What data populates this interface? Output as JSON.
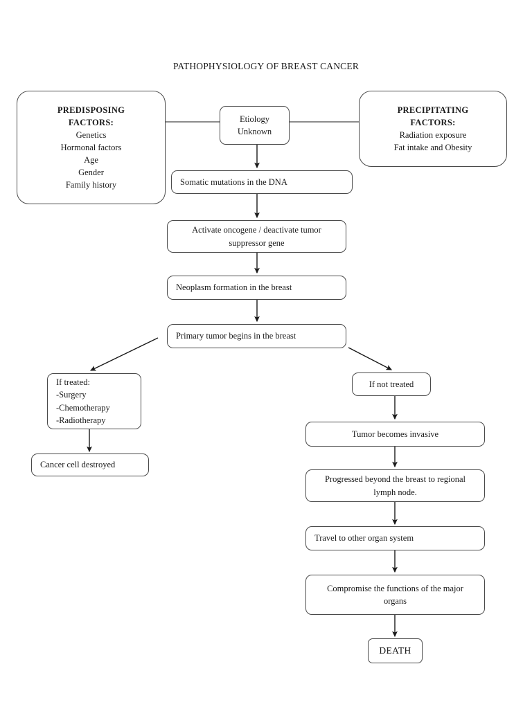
{
  "title": "PATHOPHYSIOLOGY OF BREAST CANCER",
  "colors": {
    "background": "#ffffff",
    "box_border": "#4a4a4a",
    "text": "#1a1a1a",
    "connector": "#1a1a1a"
  },
  "chart_data": {
    "type": "flowchart",
    "title": "PATHOPHYSIOLOGY OF BREAST CANCER",
    "orientation": "top-to-bottom",
    "nodes": [
      {
        "id": "predisposing",
        "label": "PREDISPOSING FACTORS:",
        "shape": "rounded-rect"
      },
      {
        "id": "precipitating",
        "label": "PRECIPITATING FACTORS:",
        "shape": "rounded-rect"
      },
      {
        "id": "etiology",
        "label": "Etiology Unknown",
        "shape": "rounded-rect"
      },
      {
        "id": "somatic",
        "label": "Somatic mutations in the DNA",
        "shape": "rounded-rect"
      },
      {
        "id": "oncogene",
        "label": "Activate oncogene / deactivate tumor suppressor gene",
        "shape": "rounded-rect"
      },
      {
        "id": "neoplasm",
        "label": "Neoplasm formation in the breast",
        "shape": "rounded-rect"
      },
      {
        "id": "primary",
        "label": "Primary tumor begins in the breast",
        "shape": "rounded-rect"
      },
      {
        "id": "if_treated",
        "label": "If treated: -Surgery -Chemotherapy -Radiotherapy",
        "shape": "rounded-rect"
      },
      {
        "id": "destroyed",
        "label": "Cancer cell destroyed",
        "shape": "rounded-rect"
      },
      {
        "id": "if_not_treated",
        "label": "If not treated",
        "shape": "rounded-rect"
      },
      {
        "id": "invasive",
        "label": "Tumor becomes invasive",
        "shape": "rounded-rect"
      },
      {
        "id": "regional",
        "label": "Progressed beyond the breast to regional lymph node.",
        "shape": "rounded-rect"
      },
      {
        "id": "travel",
        "label": "Travel to other organ system",
        "shape": "rounded-rect"
      },
      {
        "id": "compromise",
        "label": "Compromise the functions of the major organs",
        "shape": "rounded-rect"
      },
      {
        "id": "death",
        "label": "DEATH",
        "shape": "rounded-rect"
      }
    ],
    "edges": [
      {
        "from": "predisposing",
        "to": "etiology",
        "style": "line"
      },
      {
        "from": "precipitating",
        "to": "etiology",
        "style": "line"
      },
      {
        "from": "etiology",
        "to": "somatic",
        "style": "arrow"
      },
      {
        "from": "somatic",
        "to": "oncogene",
        "style": "arrow"
      },
      {
        "from": "oncogene",
        "to": "neoplasm",
        "style": "arrow"
      },
      {
        "from": "neoplasm",
        "to": "primary",
        "style": "arrow"
      },
      {
        "from": "primary",
        "to": "if_treated",
        "style": "arrow-diagonal"
      },
      {
        "from": "primary",
        "to": "if_not_treated",
        "style": "arrow-diagonal"
      },
      {
        "from": "if_treated",
        "to": "destroyed",
        "style": "arrow"
      },
      {
        "from": "if_not_treated",
        "to": "invasive",
        "style": "arrow"
      },
      {
        "from": "invasive",
        "to": "regional",
        "style": "arrow"
      },
      {
        "from": "regional",
        "to": "travel",
        "style": "arrow"
      },
      {
        "from": "travel",
        "to": "compromise",
        "style": "arrow"
      },
      {
        "from": "compromise",
        "to": "death",
        "style": "arrow"
      }
    ]
  },
  "nodes": {
    "predisposing": {
      "heading_line1": "PREDISPOSING",
      "heading_line2": "FACTORS:",
      "item1": "Genetics",
      "item2": "Hormonal factors",
      "item3": "Age",
      "item4": "Gender",
      "item5": "Family history"
    },
    "precipitating": {
      "heading_line1": "PRECIPITATING",
      "heading_line2": "FACTORS:",
      "item1": "Radiation exposure",
      "item2": "Fat intake and Obesity"
    },
    "etiology": {
      "line1": "Etiology",
      "line2": "Unknown"
    },
    "somatic": {
      "line1": "Somatic mutations in the DNA"
    },
    "oncogene": {
      "line1": "Activate oncogene / deactivate tumor",
      "line2": "suppressor gene"
    },
    "neoplasm": {
      "line1": "Neoplasm formation in the breast"
    },
    "primary": {
      "line1": "Primary tumor begins in the breast"
    },
    "if_treated": {
      "line1": "If treated:",
      "line2": "-Surgery",
      "line3": "-Chemotherapy",
      "line4": "-Radiotherapy"
    },
    "destroyed": {
      "line1": "Cancer cell destroyed"
    },
    "if_not_treated": {
      "line1": "If not treated"
    },
    "invasive": {
      "line1": "Tumor becomes invasive"
    },
    "regional": {
      "line1": "Progressed beyond the breast to regional",
      "line2": "lymph node."
    },
    "travel": {
      "line1": "Travel to other organ system"
    },
    "compromise": {
      "line1": "Compromise the functions of the major",
      "line2": "organs"
    },
    "death": {
      "line1": "DEATH"
    }
  }
}
